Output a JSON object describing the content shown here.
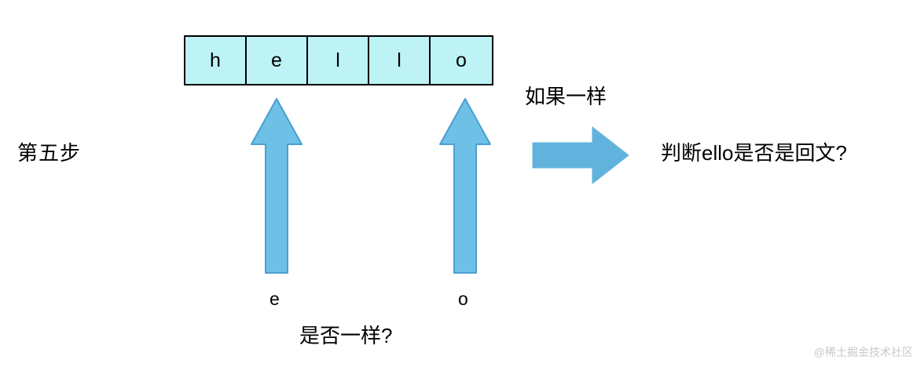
{
  "diagram": {
    "step_label": "第五步",
    "string_cells": [
      {
        "char": "h"
      },
      {
        "char": "e"
      },
      {
        "char": "l"
      },
      {
        "char": "l"
      },
      {
        "char": "o"
      }
    ],
    "pointers": [
      {
        "letter": "e",
        "points_to_index": 1
      },
      {
        "letter": "o",
        "points_to_index": 4
      }
    ],
    "compare_question": "是否一样?",
    "condition_label": "如果一样",
    "conclusion_text": "判断ello是否是回文?",
    "colors": {
      "cell_fill": "#bdf3f5",
      "cell_border": "#000000",
      "arrow_fill": "#6fc0e6",
      "arrow_stroke": "#4a9fd0",
      "block_arrow_fill": "#61b3dd",
      "text": "#000000",
      "watermark": "#c9c9c9"
    },
    "icons": {
      "up_arrow": "up-arrow-icon",
      "right_block_arrow": "right-block-arrow-icon"
    }
  },
  "watermark": "@稀土掘金技术社区"
}
